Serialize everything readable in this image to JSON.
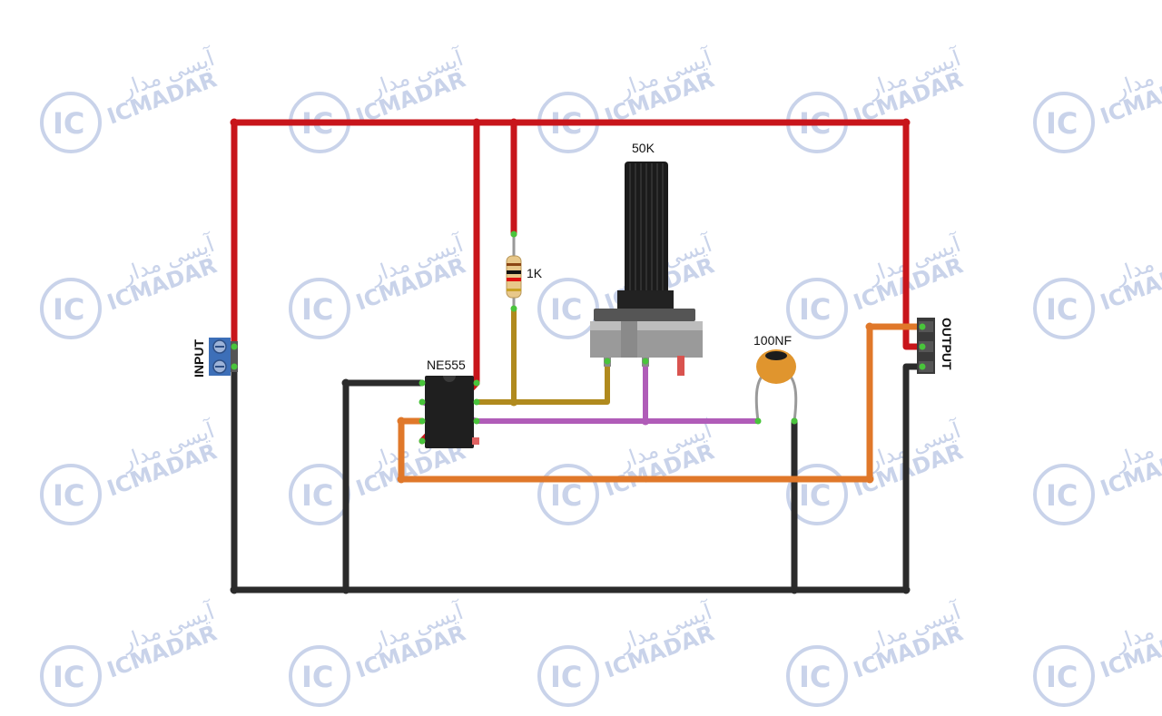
{
  "watermark": {
    "brand": "ICMADAR",
    "brand_fa": "آیسی مدار",
    "logo_text": "IC",
    "color": "#c9d3ea"
  },
  "components": {
    "input_connector": {
      "label": "INPUT",
      "color": "#3d6fb8"
    },
    "output_connector": {
      "label": "OUTPUT",
      "color": "#3a3a3a"
    },
    "ic": {
      "label": "NE555"
    },
    "resistor": {
      "label": "1K"
    },
    "potentiometer": {
      "label": "50K"
    },
    "capacitor": {
      "label": "100NF",
      "color": "#e0952e"
    }
  },
  "wire_colors": {
    "vcc": "#c8151b",
    "ground": "#2b2b2b",
    "signal_orange": "#e0782a",
    "signal_purple": "#b05cb8",
    "signal_brown": "#b08a1e"
  }
}
